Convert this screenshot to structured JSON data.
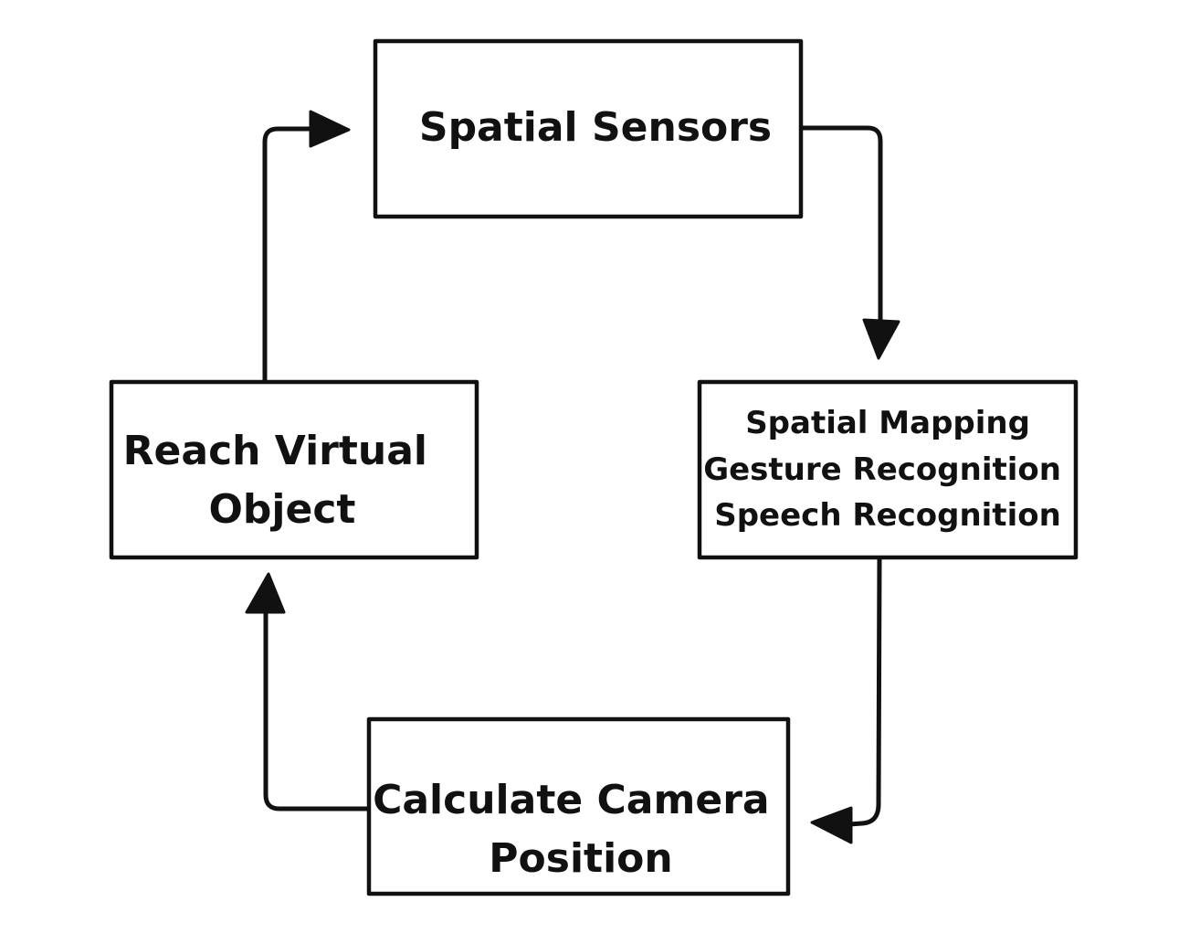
{
  "diagram": {
    "type": "cycle-flowchart",
    "stroke_color": "#111111",
    "background_color": "#ffffff",
    "nodes": {
      "spatial_sensors": {
        "lines": [
          "Spatial Sensors"
        ]
      },
      "processing": {
        "lines": [
          "Spatial Mapping",
          "Gesture Recognition",
          "Speech Recognition"
        ]
      },
      "calculate_camera": {
        "lines": [
          "Calculate Camera",
          "Position"
        ]
      },
      "reach_virtual": {
        "lines": [
          "Reach Virtual",
          "Object"
        ]
      }
    },
    "edges": [
      {
        "from": "spatial_sensors",
        "to": "processing"
      },
      {
        "from": "processing",
        "to": "calculate_camera"
      },
      {
        "from": "calculate_camera",
        "to": "reach_virtual"
      },
      {
        "from": "reach_virtual",
        "to": "spatial_sensors"
      }
    ]
  }
}
